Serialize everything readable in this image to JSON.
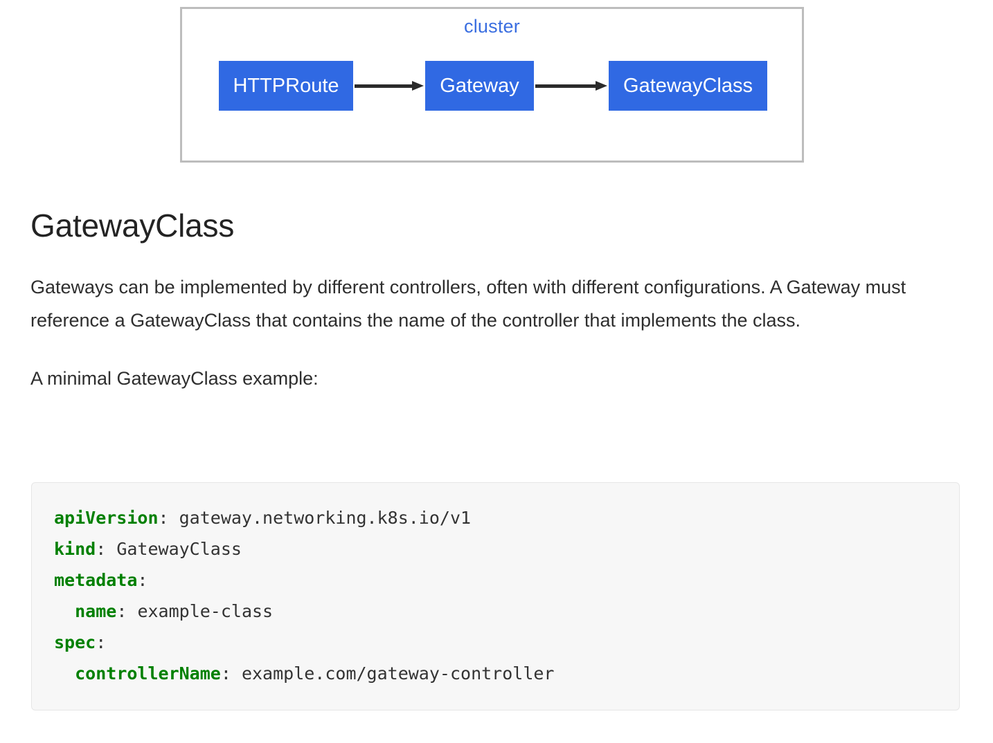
{
  "diagram": {
    "cluster_label": "cluster",
    "node_fill": "#3069e3",
    "node_text_color": "#ffffff",
    "cluster_border_color": "#bdbdbd",
    "label_color": "#3a6ee0",
    "edge_color": "#2b2b2b",
    "nodes": [
      {
        "id": "httproute",
        "label": "HTTPRoute"
      },
      {
        "id": "gateway",
        "label": "Gateway"
      },
      {
        "id": "gatewayclass",
        "label": "GatewayClass"
      }
    ],
    "edges": [
      {
        "from": "HTTPRoute",
        "to": "Gateway"
      },
      {
        "from": "Gateway",
        "to": "GatewayClass"
      }
    ]
  },
  "article": {
    "title": "GatewayClass",
    "paragraph_1": "Gateways can be implemented by different controllers, often with different configurations. A Gateway must reference a GatewayClass that contains the name of the controller that implements the class.",
    "paragraph_2": "A minimal GatewayClass example:"
  },
  "code": {
    "language": "yaml",
    "background": "#f7f7f7",
    "key_color": "#008000",
    "value_color": "#333333",
    "lines": [
      {
        "indent": 0,
        "key": "apiVersion",
        "sep": ": ",
        "value": "gateway.networking.k8s.io/v1"
      },
      {
        "indent": 0,
        "key": "kind",
        "sep": ": ",
        "value": "GatewayClass"
      },
      {
        "indent": 0,
        "key": "metadata",
        "sep": ":",
        "value": ""
      },
      {
        "indent": 2,
        "key": "name",
        "sep": ": ",
        "value": "example-class"
      },
      {
        "indent": 0,
        "key": "spec",
        "sep": ":",
        "value": ""
      },
      {
        "indent": 2,
        "key": "controllerName",
        "sep": ": ",
        "value": "example.com/gateway-controller"
      }
    ],
    "raw": "apiVersion: gateway.networking.k8s.io/v1\nkind: GatewayClass\nmetadata:\n  name: example-class\nspec:\n  controllerName: example.com/gateway-controller"
  }
}
